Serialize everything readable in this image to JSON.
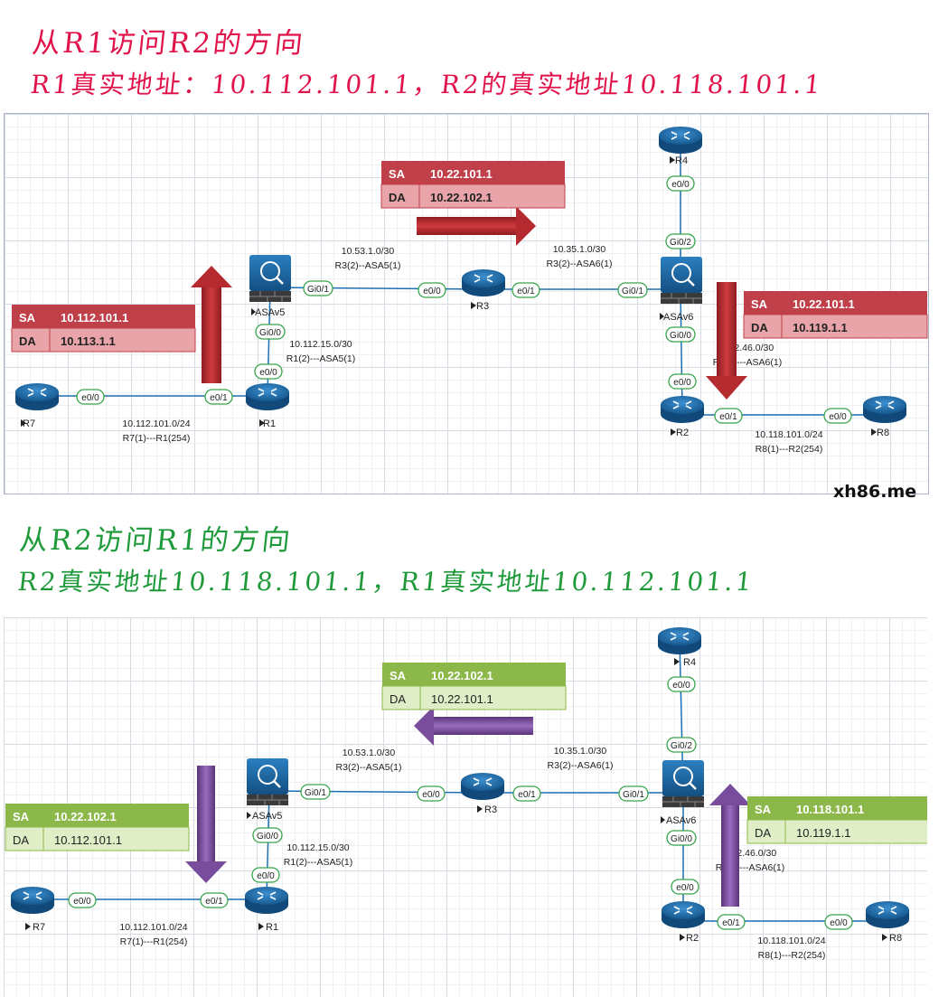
{
  "headings": {
    "red_title": "从R1访问R2的方向",
    "red_subtitle": "R1真实地址：10.112.101.1，R2的真实地址10.118.101.1",
    "green_title": "从R2访问R1的方向",
    "green_subtitle": "R2真实地址10.118.101.1，R1真实地址10.112.101.1"
  },
  "watermark": "xh86.me",
  "devices": {
    "r1": "R1",
    "r2": "R2",
    "r3": "R3",
    "r4": "R4",
    "r7": "R7",
    "r8": "R8",
    "asav5": "ASAv5",
    "asav6": "ASAv6"
  },
  "interfaces": {
    "r7_e00": "e0/0",
    "r1_e01": "e0/1",
    "r1_e00": "e0/0",
    "asa5_gi00": "Gi0/0",
    "asa5_gi01": "Gi0/1",
    "r3_e00": "e0/0",
    "r3_e01": "e0/1",
    "asa6_gi01": "Gi0/1",
    "asa6_gi02": "Gi0/2",
    "asa6_gi00": "Gi0/0",
    "r4_e00": "e0/0",
    "r2_e00": "e0/0",
    "r2_e01": "e0/1",
    "r8_e00": "e0/0"
  },
  "networks": {
    "n_53": "10.53.1.0/30",
    "n_53_desc": "R3(2)--ASA5(1)",
    "n_35": "10.35.1.0/30",
    "n_35_desc": "R3(2)--ASA6(1)",
    "n_15": "10.112.15.0/30",
    "n_15_desc": "R1(2)---ASA5(1)",
    "n_101": "10.112.101.0/24",
    "n_101_desc": "R7(1)---R1(254)",
    "n_46": "10.2.46.0/30",
    "n_46_desc": "R1(2)---ASA6(1)",
    "n_118": "10.118.101.0/24",
    "n_118_desc": "R8(1)---R2(254)"
  },
  "packets_forward": {
    "left": {
      "sa_label": "SA",
      "sa": "10.112.101.1",
      "da_label": "DA",
      "da": "10.113.1.1"
    },
    "top": {
      "sa_label": "SA",
      "sa": "10.22.101.1",
      "da_label": "DA",
      "da": "10.22.102.1"
    },
    "right": {
      "sa_label": "SA",
      "sa": "10.22.101.1",
      "da_label": "DA",
      "da": "10.119.1.1"
    }
  },
  "packets_return": {
    "left": {
      "sa_label": "SA",
      "sa": "10.22.102.1",
      "da_label": "DA",
      "da": "10.112.101.1"
    },
    "top": {
      "sa_label": "SA",
      "sa": "10.22.102.1",
      "da_label": "DA",
      "da": "10.22.101.1"
    },
    "right": {
      "sa_label": "SA",
      "sa": "10.118.101.1",
      "da_label": "DA",
      "da": "10.119.1.1"
    }
  },
  "colors": {
    "red_text": "#e0134a",
    "green_text": "#1f9a3a",
    "red_box_header": "#c0404a",
    "red_box_body": "#e8a4a8",
    "green_box_header": "#8cb84a",
    "green_box_body": "#dfeec6",
    "red_arrow": "#b52a2e",
    "purple_arrow": "#7a4c9c",
    "router_blue": "#1e6aa8"
  }
}
